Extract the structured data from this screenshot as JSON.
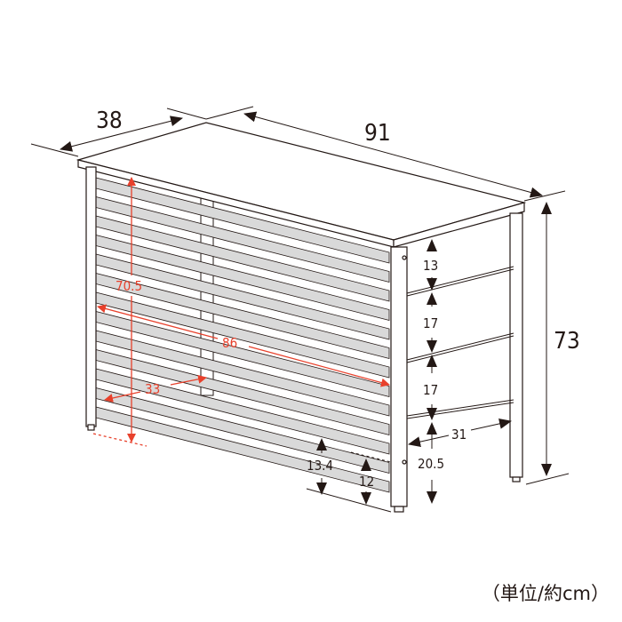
{
  "dimensions": {
    "depth": "38",
    "width": "91",
    "height": "73",
    "shelf_gap_top": "13",
    "shelf_gap_middle": "17",
    "shelf_gap_lower": "17",
    "shelf_bottom_height": "20.5",
    "shelf_depth": "31",
    "louver_height": "70.5",
    "louver_width": "86",
    "louver_depth": "33",
    "louver_bottom_clearance": "13.4",
    "front_bottom_clearance": "12"
  },
  "unit_label": "（単位/約cm）",
  "colors": {
    "line": "#231815",
    "accent": "#e8412c",
    "slat": "#d9d9d9"
  }
}
